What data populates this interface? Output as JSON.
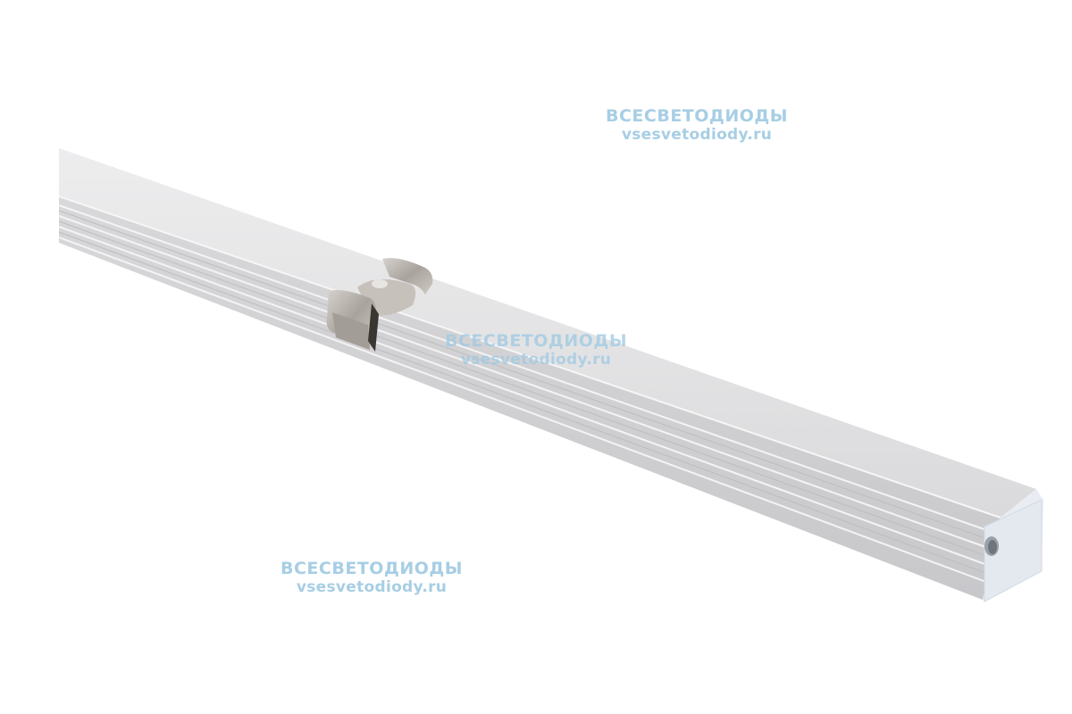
{
  "image": {
    "subject": "Aluminum LED strip profile with mounting clip and end cap",
    "background_color": "#ffffff",
    "profile_color": "#dcdcde",
    "profile_top_color": "#e4e4e6",
    "profile_side_color": "#cfcfd2",
    "end_cap_color": "#e8ecf2",
    "clip_color": "#b9b3ad"
  },
  "watermarks": [
    {
      "line1": "ВСЕСВЕТОДИОДЫ",
      "line2": "vsesvetodiody.ru",
      "position": "top-right"
    },
    {
      "line1": "ВСЕСВЕТОДИОДЫ",
      "line2": "vsesvetodiody.ru",
      "position": "center"
    },
    {
      "line1": "ВСЕСВЕТОДИОДЫ",
      "line2": "vsesvetodiody.ru",
      "position": "bottom-left"
    }
  ],
  "watermark_color": "#9ec9e2"
}
